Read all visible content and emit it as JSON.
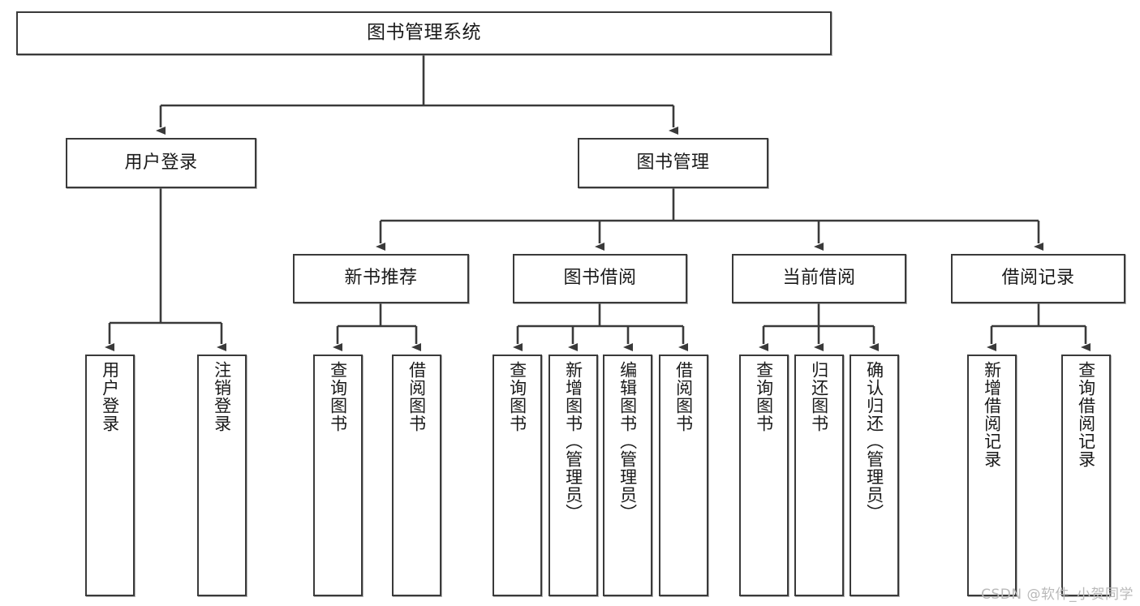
{
  "diagram": {
    "title": "图书管理系统",
    "watermark": "CSDN @软件_小贺同学",
    "line_color": "#3a3a3a",
    "box_fill": "#ffffff",
    "nodes": {
      "root": {
        "label": "图书管理系统"
      },
      "level2": [
        {
          "id": "user-login",
          "label": "用户登录"
        },
        {
          "id": "book-management",
          "label": "图书管理"
        }
      ],
      "level3": [
        {
          "id": "new-book-recommend",
          "label": "新书推荐"
        },
        {
          "id": "book-borrow",
          "label": "图书借阅"
        },
        {
          "id": "current-borrow",
          "label": "当前借阅"
        },
        {
          "id": "borrow-record",
          "label": "借阅记录"
        }
      ],
      "leaves": {
        "user-login": [
          {
            "id": "leaf-user-login",
            "label": "用户登录"
          },
          {
            "id": "leaf-logout",
            "label": "注销登录"
          }
        ],
        "new-book-recommend": [
          {
            "id": "leaf-query-book-1",
            "label": "查询图书"
          },
          {
            "id": "leaf-borrow-book-1",
            "label": "借阅图书"
          }
        ],
        "book-borrow": [
          {
            "id": "leaf-query-book-2",
            "label": "查询图书"
          },
          {
            "id": "leaf-add-book",
            "label": "新增图书（管理员）"
          },
          {
            "id": "leaf-edit-book",
            "label": "编辑图书（管理员）"
          },
          {
            "id": "leaf-borrow-book-2",
            "label": "借阅图书"
          }
        ],
        "current-borrow": [
          {
            "id": "leaf-query-book-3",
            "label": "查询图书"
          },
          {
            "id": "leaf-return-book",
            "label": "归还图书"
          },
          {
            "id": "leaf-confirm-return",
            "label": "确认归还（管理员）"
          }
        ],
        "borrow-record": [
          {
            "id": "leaf-add-record",
            "label": "新增借阅记录"
          },
          {
            "id": "leaf-query-record",
            "label": "查询借阅记录"
          }
        ]
      }
    }
  }
}
